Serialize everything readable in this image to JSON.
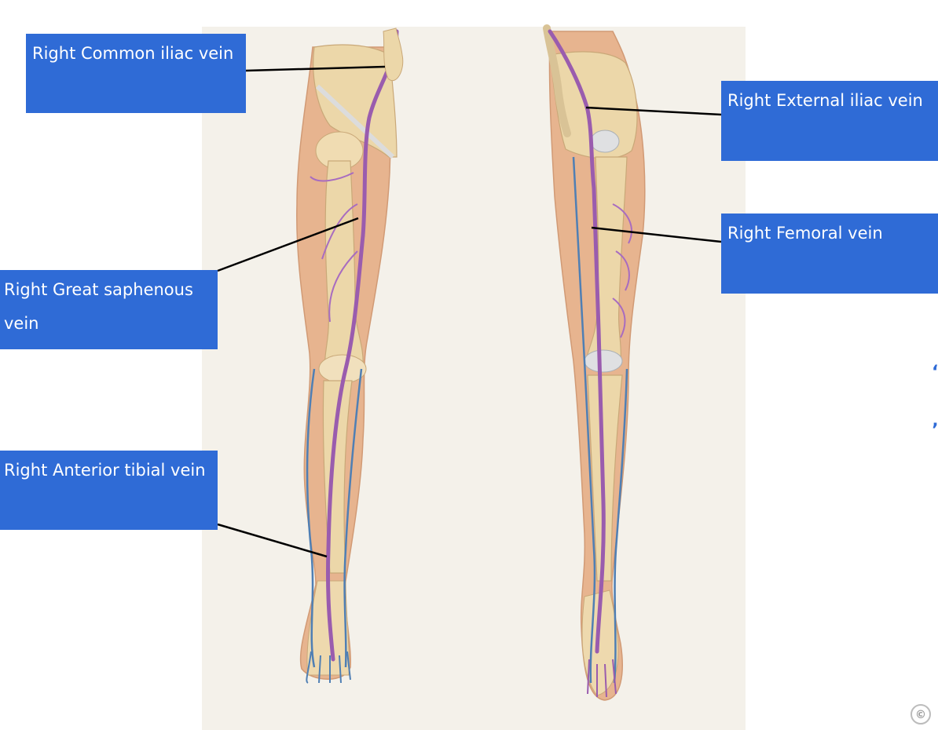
{
  "labels": {
    "common_iliac": "Right Common iliac vein",
    "external_iliac": "Right External iliac vein",
    "femoral": "Right Femoral vein",
    "great_saphenous": "Right Great saphenous vein",
    "anterior_tibial": "Right Anterior tibial vein"
  },
  "copyright_symbol": "©",
  "colors": {
    "label_bg": "#2f6bd6",
    "label_text": "#ffffff",
    "vein_purple": "#9a5cae",
    "vein_blue": "#4f7fb4",
    "skin": "#e7b48f",
    "bone": "#ecd7a9",
    "panel_bg": "#f4f1ea"
  }
}
